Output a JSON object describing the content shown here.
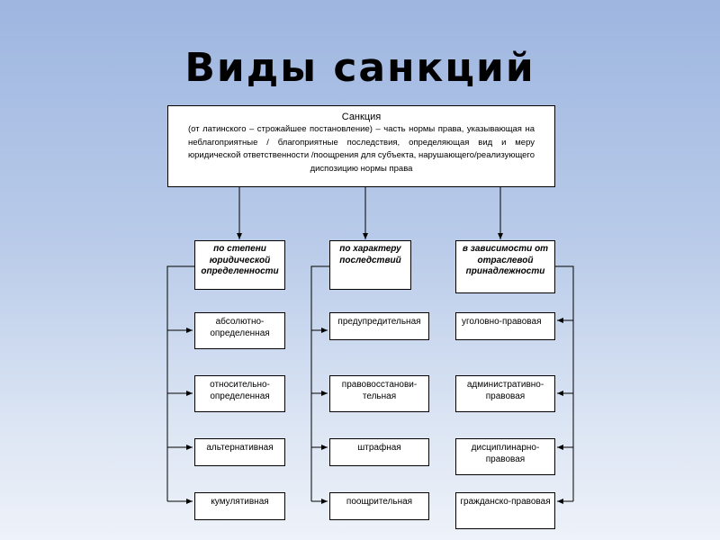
{
  "title": "Виды санкций",
  "main": {
    "heading": "Санкция",
    "text": "(от латинского – строжайшее постановление) – часть нормы права, указывающая на неблагоприятные / благоприятные последствия, определяющая вид и меру юридической ответственности /поощрения для субъекта, нарушающего/реализующего диспозицию нормы права"
  },
  "categories": [
    {
      "label": "по степени юридической определенности",
      "items": [
        "абсолютно-определенная",
        "относительно-определенная",
        "альтернативная",
        "кумулятивная"
      ]
    },
    {
      "label": "по характеру последствий",
      "items": [
        "предупредительная",
        "правовосстанови-тельная",
        "штрафная",
        "поощрительная"
      ]
    },
    {
      "label": "в зависимости от отраслевой принадлежности",
      "items": [
        "уголовно-правовая",
        "административно-правовая",
        "дисциплинарно-правовая",
        "гражданско-правовая"
      ]
    }
  ]
}
